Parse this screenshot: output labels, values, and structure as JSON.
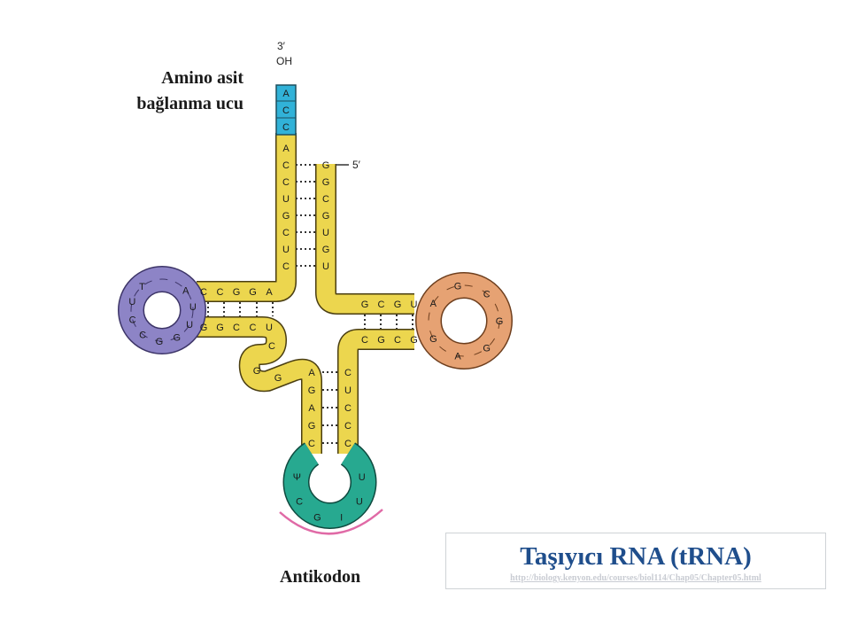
{
  "diagram": {
    "labels": {
      "amino_line1": "Amino asit",
      "amino_line2": "bağlanma ucu",
      "three_prime": "3′",
      "oh": "OH",
      "five_prime": "5′",
      "anticodon": "Antikodon"
    },
    "title_box": {
      "title": "Taşıyıcı RNA (tRNA)",
      "url": "http://biology.kenyon.edu/courses/biol114/Chap05/Chapter05.html"
    },
    "colors": {
      "stem": "#ecd64e",
      "acceptor_end": "#31b2d8",
      "d_loop": "#8d84c6",
      "t_loop": "#e6a273",
      "anticodon_loop": "#27a990",
      "anticodon_bracket": "#e06aa6"
    },
    "strands": {
      "acceptor_3prime_tail": [
        "A",
        "C",
        "C"
      ],
      "acceptor_left": [
        "A",
        "C",
        "C",
        "U",
        "G",
        "C",
        "U",
        "C"
      ],
      "acceptor_right": [
        "G",
        "G",
        "C",
        "G",
        "U",
        "G",
        "U"
      ],
      "d_arm_top": [
        "C",
        "C",
        "G",
        "G",
        "A"
      ],
      "d_arm_bottom": [
        "G",
        "G",
        "C",
        "C",
        "U"
      ],
      "d_loop": [
        "A",
        "U",
        "U",
        "G",
        "G",
        "C",
        "C",
        "U",
        "T"
      ],
      "variable_region": [
        "C",
        "G",
        "G"
      ],
      "anticodon_left": [
        "A",
        "G",
        "A",
        "G",
        "C"
      ],
      "anticodon_right": [
        "C",
        "U",
        "C",
        "C",
        "C"
      ],
      "anticodon_loop": [
        "Ψ",
        "C",
        "G",
        "I",
        "U",
        "U"
      ],
      "t_arm_top": [
        "G",
        "C",
        "G",
        "U"
      ],
      "t_arm_bottom": [
        "C",
        "G",
        "C",
        "G"
      ],
      "t_loop": [
        "A",
        "G",
        "C",
        "G",
        "G",
        "A",
        "G"
      ]
    }
  }
}
